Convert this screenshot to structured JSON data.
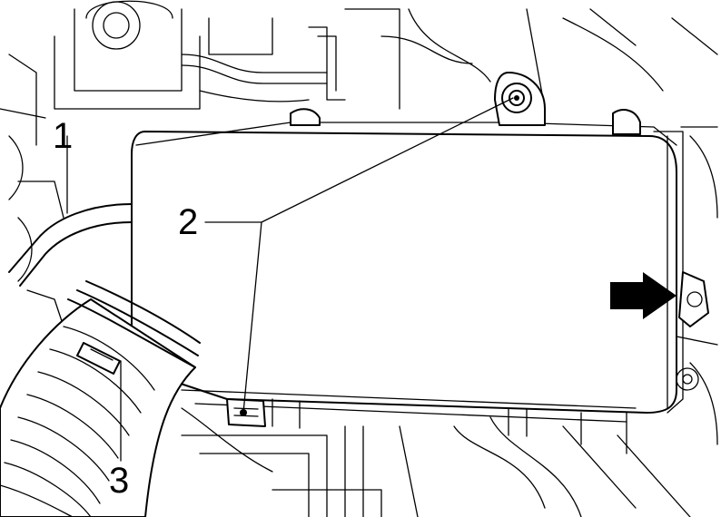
{
  "figure": {
    "type": "engine-bay line drawing",
    "callouts": [
      {
        "number": "1"
      },
      {
        "number": "2"
      },
      {
        "number": "3"
      }
    ],
    "arrow_direction": "right"
  }
}
